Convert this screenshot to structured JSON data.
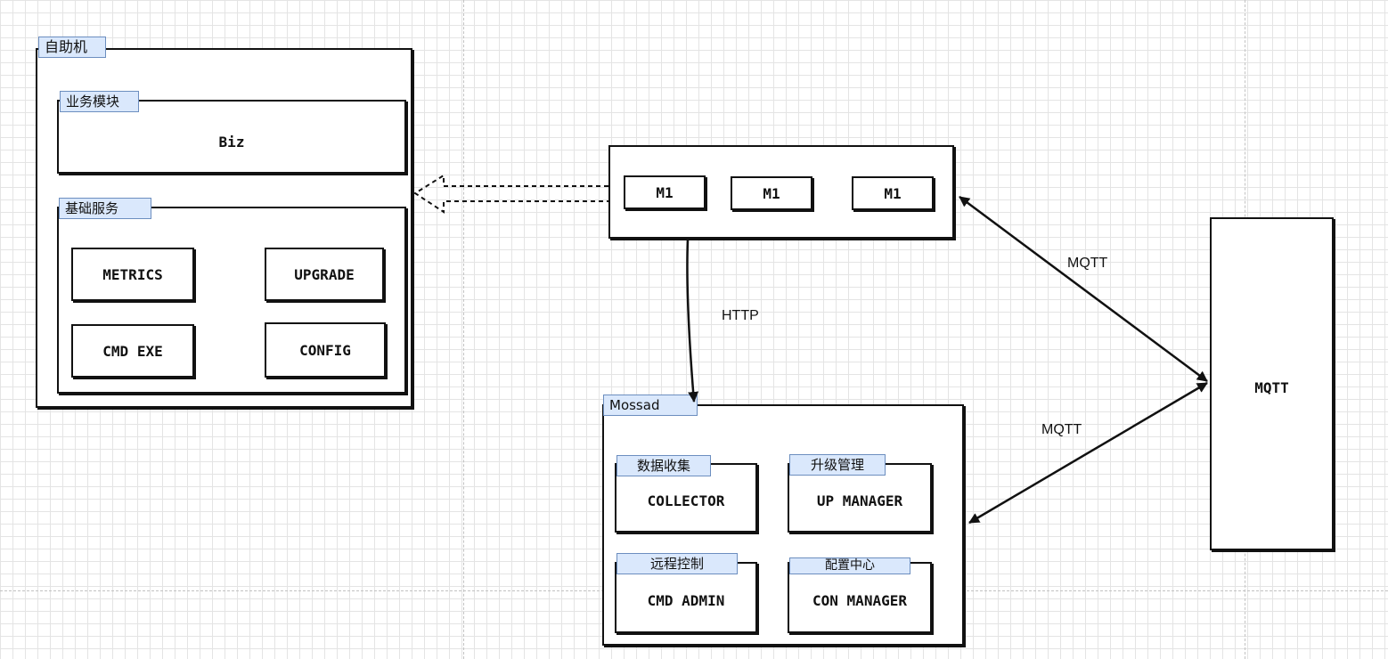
{
  "kiosk": {
    "title": "自助机",
    "biz_section": {
      "title": "业务模块",
      "label": "Biz"
    },
    "base_section": {
      "title": "基础服务",
      "modules": [
        "METRICS",
        "UPGRADE",
        "CMD EXE",
        "CONFIG"
      ]
    }
  },
  "m_group": {
    "items": [
      "M1",
      "M1",
      "M1"
    ]
  },
  "mqtt_broker": {
    "label": "MQTT"
  },
  "mossad": {
    "title": "Mossad",
    "modules": [
      {
        "tag": "数据收集",
        "label": "COLLECTOR"
      },
      {
        "tag": "升级管理",
        "label": "UP MANAGER"
      },
      {
        "tag": "远程控制",
        "label": "CMD ADMIN"
      },
      {
        "tag": "配置中心",
        "label": "CON MANAGER"
      }
    ]
  },
  "edges": {
    "http": "HTTP",
    "mqtt_top": "MQTT",
    "mqtt_bottom": "MQTT"
  },
  "colors": {
    "tag_fill": "#dae8fc",
    "tag_border": "#6c8ebf",
    "stroke": "#111111",
    "grid": "#e4e4e4"
  }
}
